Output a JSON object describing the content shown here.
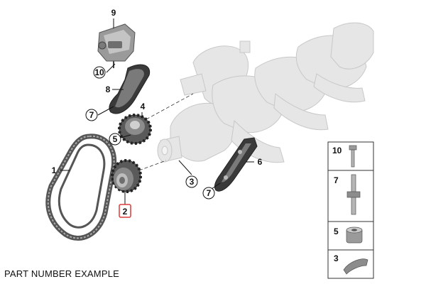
{
  "callouts": {
    "c9": "9",
    "c10": "10",
    "c8": "8",
    "c7a": "7",
    "c4": "4",
    "c5": "5",
    "c1": "1",
    "c3": "3",
    "c6": "6",
    "c7b": "7",
    "c2": "2"
  },
  "legend": {
    "items": [
      {
        "number": "10",
        "icon": "bolt-icon"
      },
      {
        "number": "7",
        "icon": "stud-bolt-icon"
      },
      {
        "number": "5",
        "icon": "bushing-icon"
      },
      {
        "number": "3",
        "icon": "woodruff-key-icon"
      }
    ]
  },
  "caption": "PART NUMBER EXAMPLE",
  "colors": {
    "highlight": "#e03a3a",
    "ghost_part": "#d9d9d9",
    "part_dark": "#5a5a5a",
    "part_mid": "#8c8c8c"
  }
}
